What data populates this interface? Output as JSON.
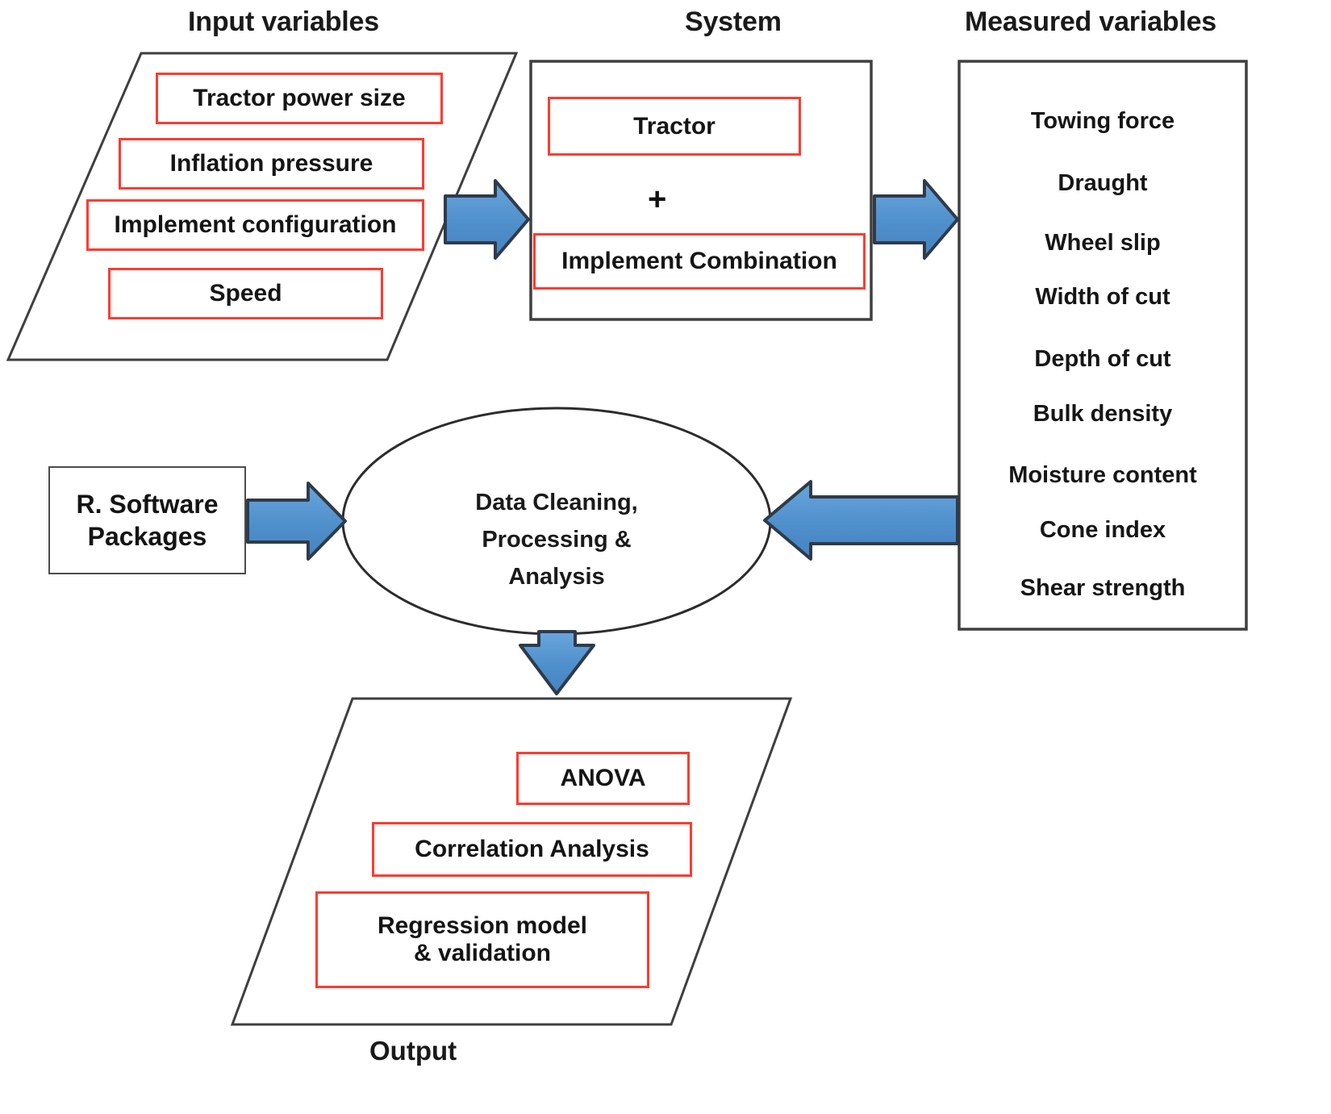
{
  "headers": {
    "input": "Input variables",
    "system": "System",
    "measured": "Measured variables",
    "output": "Output"
  },
  "colors": {
    "red_box_border": "#ff3b30",
    "arrow_fill": "#5B9BD5",
    "arrow_stroke": "#2f3b49",
    "shape_stroke": "#3f3f3f",
    "text": "#151515",
    "background": "#ffffff"
  },
  "input_variables": {
    "shape": "parallelogram",
    "items": [
      {
        "label": "Tractor power size"
      },
      {
        "label": "Inflation pressure"
      },
      {
        "label": "Implement configuration"
      },
      {
        "label": "Speed"
      }
    ]
  },
  "system": {
    "shape": "rectangle",
    "items": [
      {
        "label": "Tractor"
      },
      {
        "label": "Implement Combination"
      }
    ],
    "operator": "+"
  },
  "measured_variables": {
    "shape": "rectangle",
    "items": [
      {
        "label": "Towing force"
      },
      {
        "label": "Draught"
      },
      {
        "label": "Wheel slip"
      },
      {
        "label": "Width of cut"
      },
      {
        "label": "Depth of cut"
      },
      {
        "label": "Bulk density"
      },
      {
        "label": "Moisture content"
      },
      {
        "label": "Cone index"
      },
      {
        "label": "Shear strength"
      }
    ]
  },
  "software": {
    "shape": "rectangle",
    "label": "R. Software\nPackages",
    "line1": "R. Software",
    "line2": "Packages"
  },
  "process": {
    "shape": "ellipse",
    "line1": "Data Cleaning,",
    "line2": "Processing &",
    "line3": "Analysis"
  },
  "output": {
    "shape": "parallelogram",
    "items": [
      {
        "label": "ANOVA"
      },
      {
        "label": "Correlation Analysis"
      },
      {
        "label": "Regression model\n& validation"
      }
    ],
    "regression_line1": "Regression model",
    "regression_line2": "& validation"
  },
  "arrows": [
    {
      "name": "input-to-system",
      "direction": "right"
    },
    {
      "name": "system-to-measured",
      "direction": "right"
    },
    {
      "name": "measured-to-process",
      "direction": "left"
    },
    {
      "name": "software-to-process",
      "direction": "right"
    },
    {
      "name": "process-to-output",
      "direction": "down"
    }
  ]
}
